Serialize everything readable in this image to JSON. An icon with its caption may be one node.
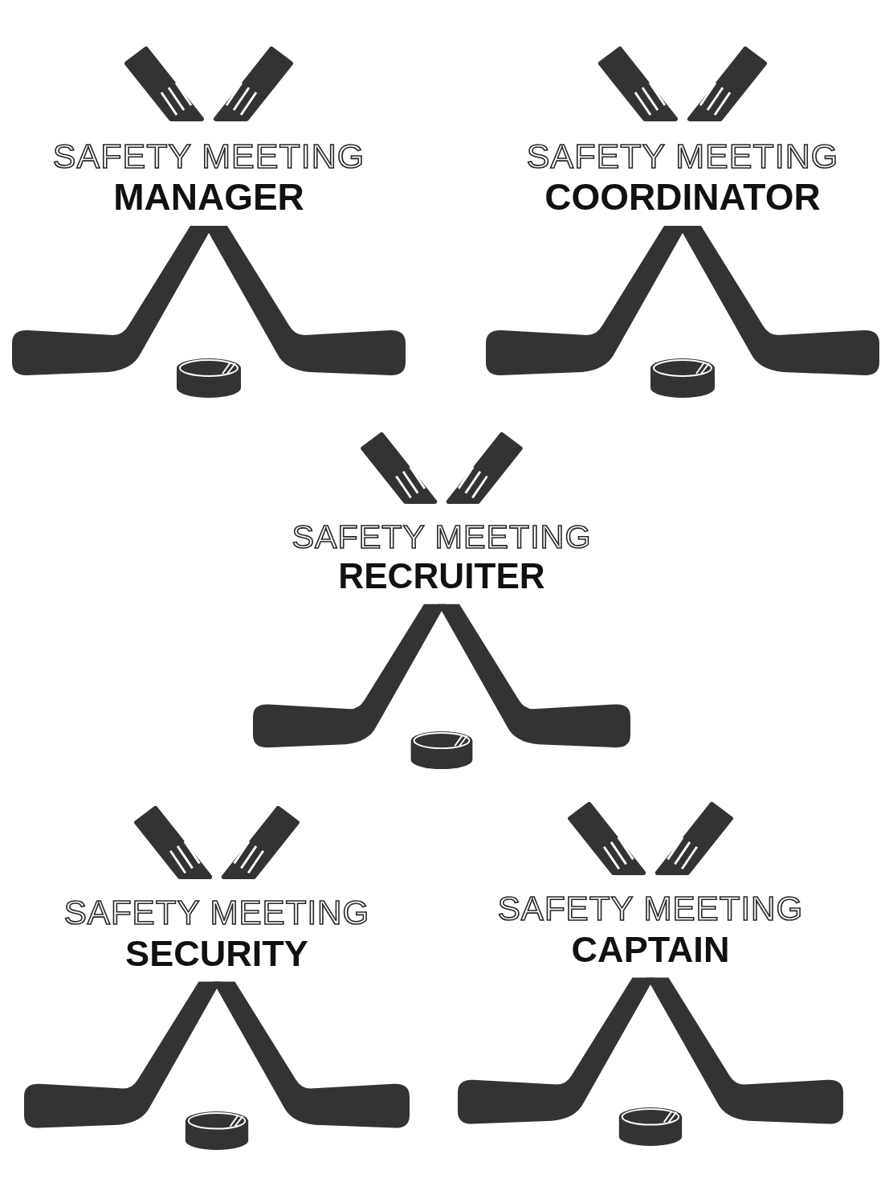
{
  "diagram": {
    "labels": [
      "SAFETY MEETING",
      "MANAGER",
      "SAFETY MEETING",
      "COORDINATOR",
      "SAFETY MEETING",
      "RECRUITER",
      "SAFETY MEETING",
      "SECURITY",
      "SAFETY MEETING",
      "CAPTAIN"
    ]
  }
}
